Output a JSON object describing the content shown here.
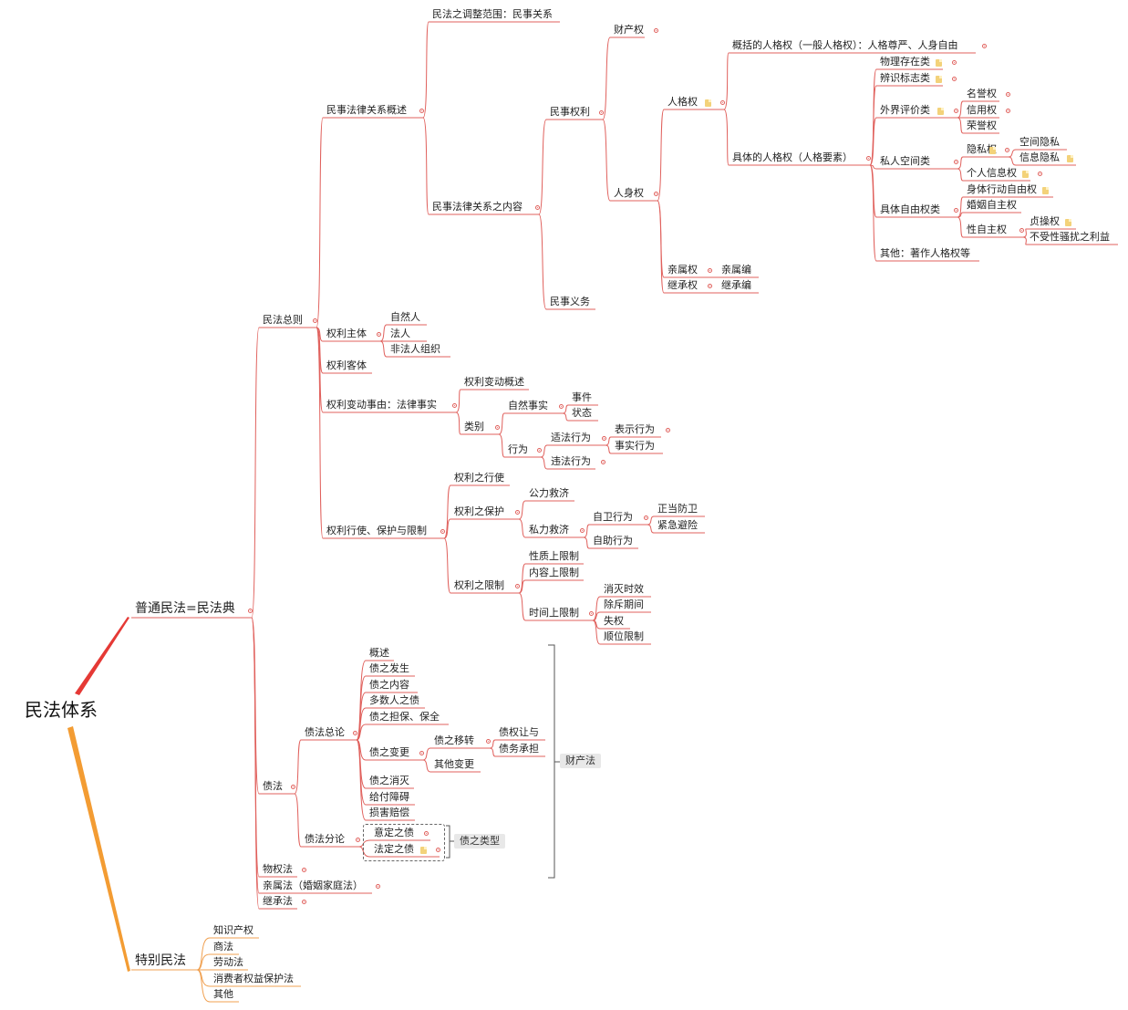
{
  "root": "民法体系",
  "general": "普通民法=民法典",
  "gp": "民法总则",
  "rel": "民事法律关系概述",
  "scope": "民法之调整范围：民事关系",
  "content": "民事法律关系之内容",
  "rights": "民事权利",
  "property_r": "财产权",
  "personal_r": "人身权",
  "personality": "人格权",
  "gen_pers": "概括的人格权（一般人格权）：人格尊严、人身自由",
  "spec_pers": "具体的人格权（人格要素）",
  "phys": "物理存在类",
  "ident": "辨识标志类",
  "eval": "外界评价类",
  "name_r": "名誉权",
  "credit": "信用权",
  "honor": "荣誉权",
  "private": "私人空间类",
  "privacy": "隐私权",
  "space_p": "空间隐私",
  "info_p": "信息隐私",
  "pinfo": "个人信息权",
  "free": "具体自由权类",
  "body_free": "身体行动自由权",
  "marriage": "婚姻自主权",
  "sex": "性自主权",
  "chastity": "贞操权",
  "harass": "不受性骚扰之利益",
  "other_p": "其他：著作人格权等",
  "kin": "亲属权",
  "kin_b": "亲属编",
  "inherit_r": "继承权",
  "inherit_b": "继承编",
  "duty": "民事义务",
  "subject": "权利主体",
  "natural": "自然人",
  "legal": "法人",
  "unincorp": "非法人组织",
  "object": "权利客体",
  "change": "权利变动事由：法律事实",
  "change_over": "权利变动概述",
  "category": "类别",
  "natural_fact": "自然事实",
  "event": "事件",
  "state": "状态",
  "act": "行为",
  "lawful": "适法行为",
  "express": "表示行为",
  "factual": "事实行为",
  "unlawful": "违法行为",
  "exercise": "权利行使、保护与限制",
  "ex_use": "权利之行使",
  "ex_prot": "权利之保护",
  "pub_rel": "公力救济",
  "priv_rel": "私力救济",
  "self_def": "自卫行为",
  "just_def": "正当防卫",
  "emerg": "紧急避险",
  "self_help": "自助行为",
  "ex_lim": "权利之限制",
  "lim_nat": "性质上限制",
  "lim_con": "内容上限制",
  "lim_time": "时间上限制",
  "prescr": "消灭时效",
  "exclus": "除斥期间",
  "forfeit": "失权",
  "prio": "顺位限制",
  "debt": "债法",
  "debt_gen": "债法总论",
  "g_over": "概述",
  "g_arise": "债之发生",
  "g_content": "债之内容",
  "g_multi": "多数人之债",
  "g_guar": "债之担保、保全",
  "g_change": "债之变更",
  "g_transfer": "债之移转",
  "g_assign": "债权让与",
  "g_assume": "债务承担",
  "g_other": "其他变更",
  "g_end": "债之消灭",
  "g_imped": "给付障碍",
  "g_damage": "损害赔偿",
  "debt_spec": "债法分论",
  "s_consent": "意定之债",
  "s_statutory": "法定之债",
  "debt_types": "债之类型",
  "property_law": "财产法",
  "real": "物权法",
  "family": "亲属法（婚姻家庭法）",
  "succession": "继承法",
  "special": "特别民法",
  "sp_ip": "知识产权",
  "sp_com": "商法",
  "sp_lab": "劳动法",
  "sp_cons": "消费者权益保护法",
  "sp_other": "其他",
  "colors": {
    "line": "#e0605c",
    "root_red": "#e53935",
    "root_orange": "#f39c33",
    "orange_line": "#f0a050"
  }
}
